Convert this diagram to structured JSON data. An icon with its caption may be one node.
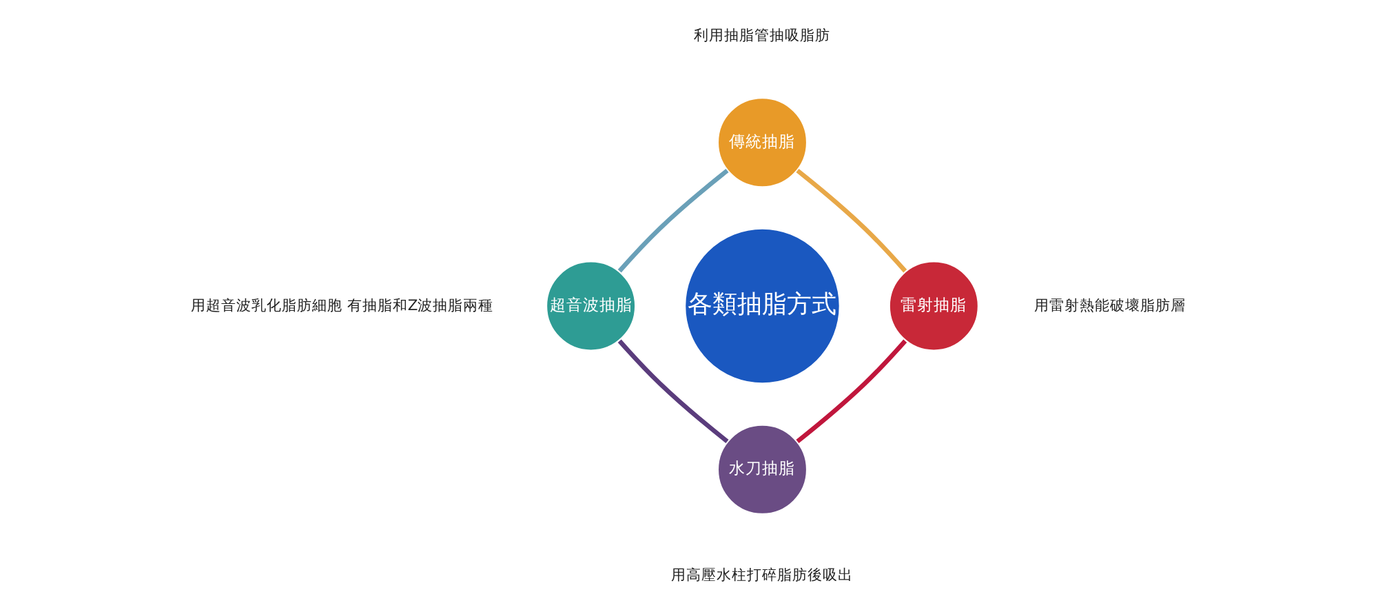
{
  "diagram": {
    "nodes": [
      {
        "text": [
          "傳統抽脂"
        ],
        "beside": [
          "利用抽脂管抽吸脂肪"
        ]
      },
      {
        "text": [
          "超音波抽脂"
        ],
        "beside": [
          "用超音波乳化脂肪細胞 有抽脂和Z波抽脂兩種"
        ]
      },
      {
        "text": [
          "各類抽脂方式"
        ]
      },
      {
        "text": [
          "雷射抽脂"
        ],
        "beside": [
          "用雷射熱能破壞脂肪層"
        ]
      },
      {
        "text": [
          "水刀抽脂"
        ],
        "beside": [
          "用高壓水柱打碎脂肪後吸出"
        ]
      }
    ],
    "edges": [
      {
        "from": 0,
        "to": 3,
        "arrow": "none",
        "color": "#e8a848"
      },
      {
        "from": 3,
        "to": 4,
        "arrow": "none",
        "color": "#c0163c"
      },
      {
        "from": 4,
        "to": 1,
        "arrow": "none",
        "color": "#5a3c7c"
      },
      {
        "from": 1,
        "to": 0,
        "arrow": "none",
        "color": "#6aa0b8"
      }
    ]
  }
}
